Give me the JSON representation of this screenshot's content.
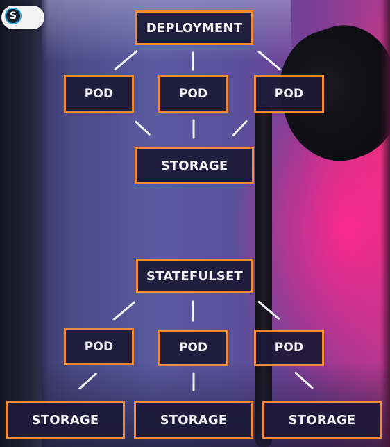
{
  "logo": {
    "letter": "S",
    "ring_color": "#2aa7e0"
  },
  "colors": {
    "node_border": "#f08a34",
    "node_fill": "#1e1a37",
    "connector": "#f4f4f8"
  },
  "deployment": {
    "root_label": "DEPLOYMENT",
    "pods": [
      "POD",
      "POD",
      "POD"
    ],
    "storage_label": "STORAGE"
  },
  "statefulset": {
    "root_label": "STATEFULSET",
    "pods": [
      "POD",
      "POD",
      "POD"
    ],
    "storage_labels": [
      "STORAGE",
      "STORAGE",
      "STORAGE"
    ]
  }
}
